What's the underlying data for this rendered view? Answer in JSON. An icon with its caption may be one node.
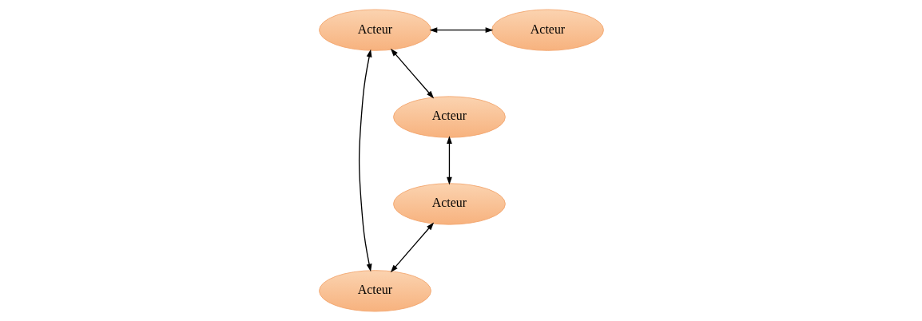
{
  "diagram": {
    "nodes": [
      {
        "text": [
          "Acteur"
        ]
      },
      {
        "text": [
          "Acteur"
        ]
      },
      {
        "text": [
          "Acteur"
        ]
      },
      {
        "text": [
          "Acteur"
        ]
      },
      {
        "text": [
          "Acteur"
        ]
      }
    ],
    "edges": [
      {
        "from": 0,
        "to": 1,
        "arrow": "both"
      },
      {
        "from": 0,
        "to": 2,
        "arrow": "both"
      },
      {
        "from": 0,
        "to": 3,
        "arrow": "both"
      },
      {
        "from": 3,
        "to": 4,
        "arrow": "both"
      },
      {
        "from": 4,
        "to": 2,
        "arrow": "both"
      }
    ]
  }
}
